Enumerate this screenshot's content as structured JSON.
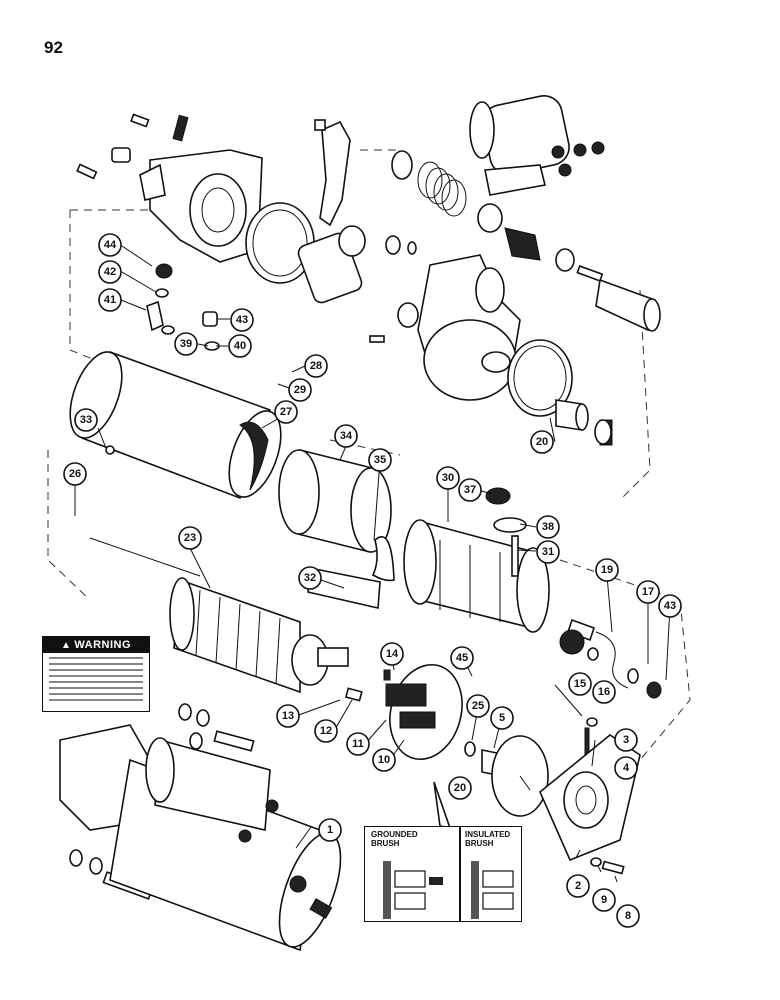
{
  "page_number": "92",
  "warning": {
    "title": "WARNING",
    "icon": "warning-triangle-icon"
  },
  "inset": {
    "grounded_label": "GROUNDED\nBRUSH",
    "insulated_label": "INSULATED\nBRUSH"
  },
  "callouts": [
    "1",
    "2",
    "3",
    "4",
    "5",
    "8",
    "9",
    "10",
    "11",
    "12",
    "13",
    "14",
    "15",
    "16",
    "17",
    "19",
    "20",
    "20",
    "23",
    "25",
    "26",
    "27",
    "28",
    "29",
    "30",
    "31",
    "32",
    "33",
    "34",
    "35",
    "37",
    "38",
    "39",
    "40",
    "41",
    "42",
    "43",
    "43",
    "44",
    "45"
  ]
}
